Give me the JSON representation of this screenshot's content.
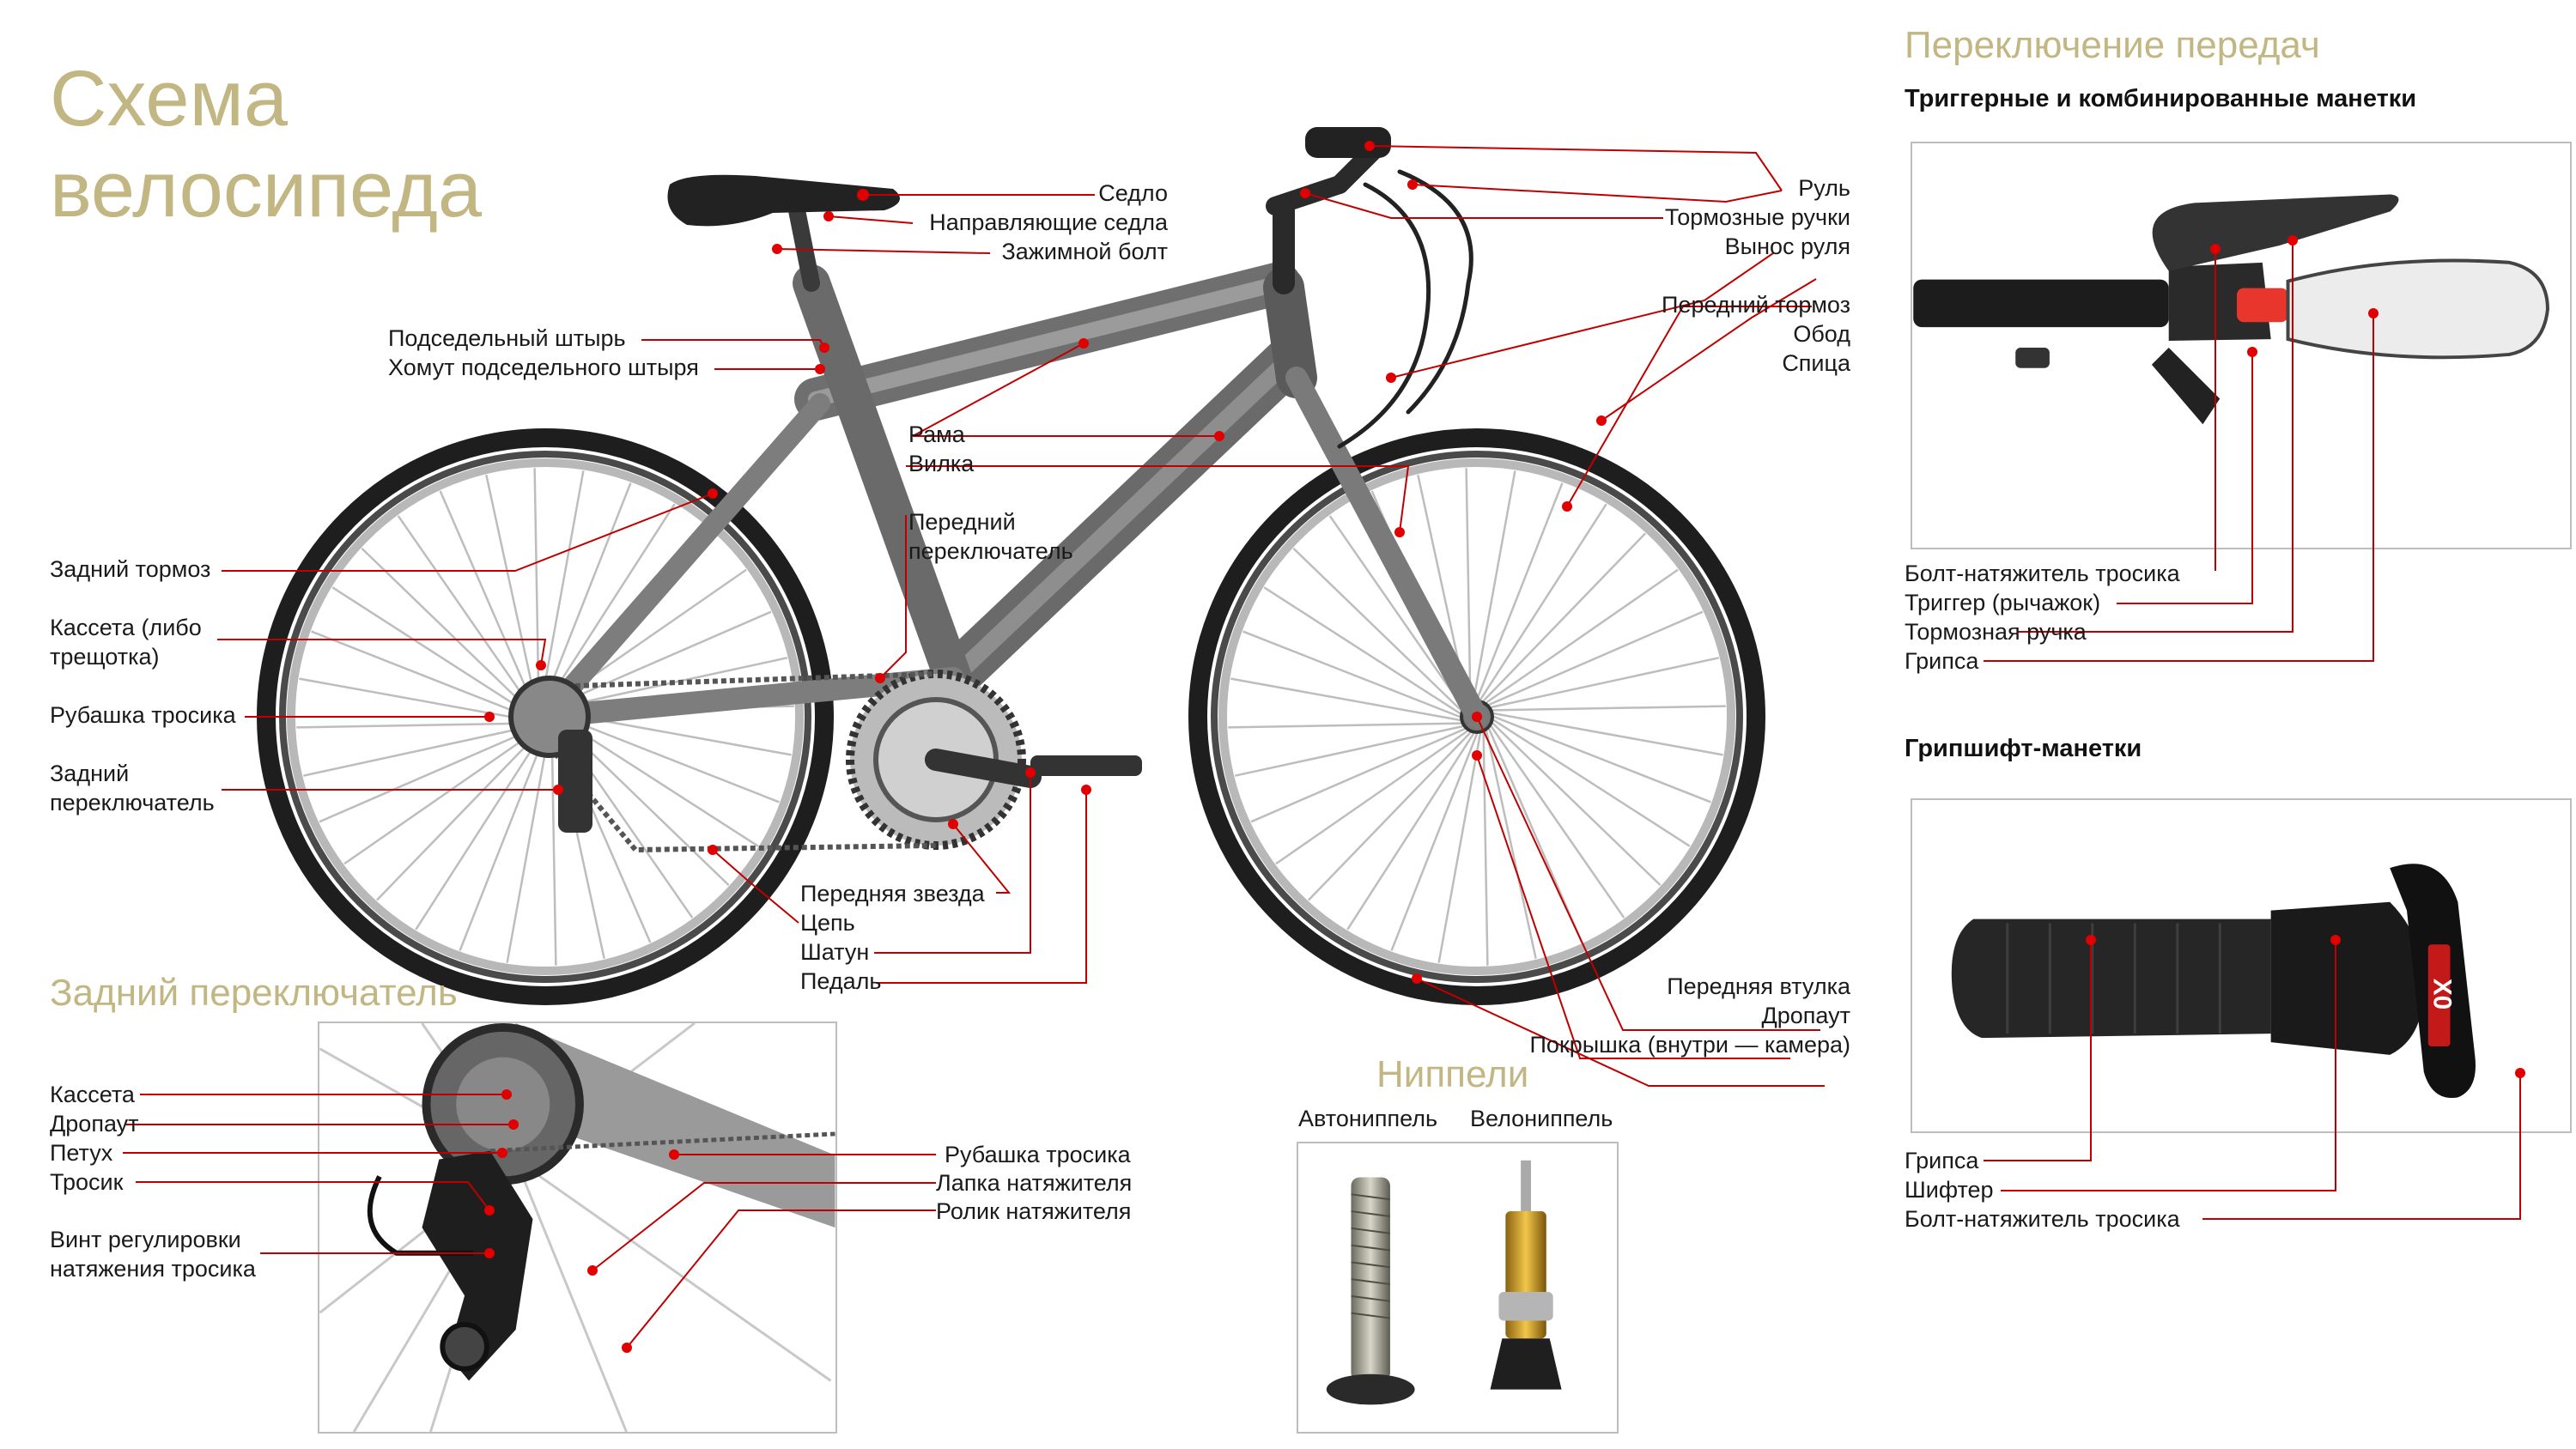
{
  "title": {
    "line1": "Схема",
    "line2": "велосипеда"
  },
  "bike_labels": {
    "sedlo": "Седло",
    "napravl": "Направляющие седла",
    "zazhim": "Зажимной болт",
    "podsed": "Подседельный штырь",
    "homut": "Хомут подседельного штыря",
    "rama": "Рама",
    "vilka": "Вилка",
    "per_perekl_1": "Передний",
    "per_perekl_2": "переключатель",
    "zad_tormoz": "Задний тормоз",
    "kasseta_1": "Кассета (либо",
    "kasseta_2": "трещотка)",
    "rubashka": "Рубашка тросика",
    "zad_perekl_1": "Задний",
    "zad_perekl_2": "переключатель",
    "per_zvezda": "Передняя звезда",
    "cep": "Цепь",
    "shatun": "Шатун",
    "pedal": "Педаль",
    "rul": "Руль",
    "tormoz_ruchki": "Тормозные ручки",
    "vynos": "Вынос руля",
    "per_tormoz": "Передний тормоз",
    "obod": "Обод",
    "spica": "Спица",
    "per_vtulka": "Передняя втулка",
    "dropaut": "Дропаут",
    "pokryshka": "Покрышка (внутри — камера)"
  },
  "rear_derailleur": {
    "title": "Задний переключатель",
    "labels": {
      "kasseta": "Кассета",
      "dropaut": "Дропаут",
      "petuh": "Петух",
      "trosik": "Тросик",
      "vint_1": "Винт регулировки",
      "vint_2": "натяжения тросика",
      "rubashka": "Рубашка тросика",
      "lapka": "Лапка натяжителя",
      "rolik": "Ролик натяжителя"
    }
  },
  "valves": {
    "title": "Ниппели",
    "auto": "Автониппель",
    "velo": "Велониппель"
  },
  "shifters": {
    "title": "Переключение передач",
    "trigger": {
      "heading": "Триггерные и комбинированные  манетки",
      "labels": {
        "bolt": "Болт-натяжитель тросика",
        "trigger": "Триггер (рычажок)",
        "lever": "Тормозная ручка",
        "grip": "Грипса"
      }
    },
    "gripshift": {
      "heading": "Грипшифт-манетки",
      "brand": "X0",
      "labels": {
        "grip": "Грипса",
        "shifter": "Шифтер",
        "bolt": "Болт-натяжитель тросика"
      }
    }
  },
  "colors": {
    "accent": "#c2b683",
    "leader": "#c00000",
    "dot": "#e00000"
  }
}
